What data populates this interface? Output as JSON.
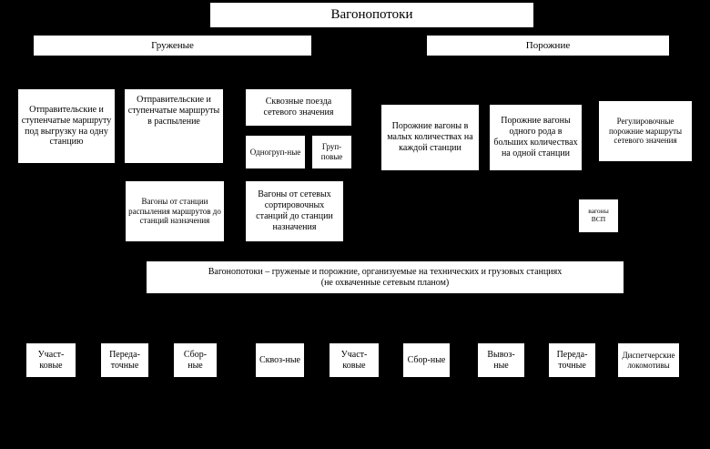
{
  "diagram": {
    "title": "Вагонопотоки",
    "loaded": {
      "label": "Груженые",
      "items": [
        "Отправительские и ступенчатые маршруту под выгрузку на одну станцию",
        "Отправительские и ступенчатые маршруты в распыление",
        "Сквозные поезда сетевого значения",
        "Одногруп-ные",
        "Груп-повые",
        "Вагоны от станции распыления маршрутов до станций назначения",
        "Вагоны от сетевых сортировочных станций до станции назначения"
      ]
    },
    "empty": {
      "label": "Порожние",
      "items": [
        "Порожние вагоны в малых количествах на каждой станции",
        "Порожние вагоны одного рода в больших количествах на одной станции",
        "Регулировочные порожние маршруты сетевого значения",
        "вагоны ВСП"
      ]
    },
    "local": {
      "line1": "Вагонопотоки – груженые и порожние, организуемые на технических и грузовых станциях",
      "line2": "(не охваченные сетевым планом)"
    },
    "trains": [
      "Участ-ковые",
      "Переда-точные",
      "Сбор-ные",
      "Сквоз-ные",
      "Участ-ковые",
      "Сбор-ные",
      "Вывоз-ные",
      "Переда-точные",
      "Диспетчерские локомотивы"
    ]
  }
}
